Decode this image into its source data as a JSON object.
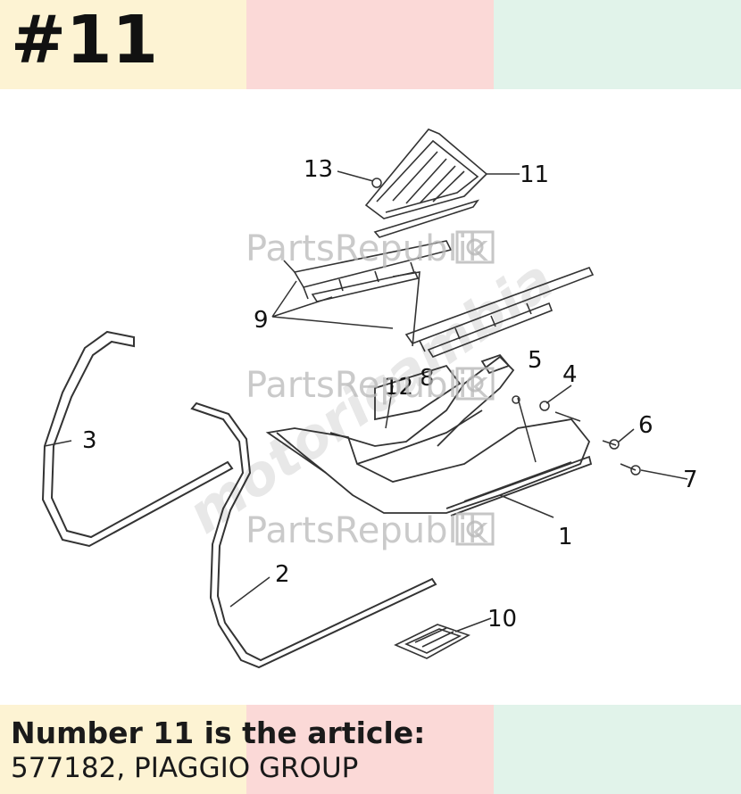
{
  "header": {
    "ref_number": "#11"
  },
  "footer": {
    "line1": "Number 11 is the article:",
    "line2": "577182, PIAGGIO GROUP"
  },
  "watermarks": {
    "brand": "PartsRepublik",
    "diagonal": "motoricambia"
  },
  "diagram": {
    "callouts": [
      {
        "id": "1",
        "text": "1"
      },
      {
        "id": "2",
        "text": "2"
      },
      {
        "id": "3",
        "text": "3"
      },
      {
        "id": "4",
        "text": "4"
      },
      {
        "id": "5",
        "text": "5"
      },
      {
        "id": "6",
        "text": "6"
      },
      {
        "id": "7",
        "text": "7"
      },
      {
        "id": "8",
        "text": "8"
      },
      {
        "id": "9",
        "text": "9"
      },
      {
        "id": "10",
        "text": "10"
      },
      {
        "id": "11",
        "text": "11"
      },
      {
        "id": "12",
        "text": "12"
      },
      {
        "id": "13",
        "text": "13"
      }
    ]
  },
  "colors": {
    "band_yellow": "#fdf3d3",
    "band_pink": "#fbd9d7",
    "band_green": "#e1f3ea"
  }
}
